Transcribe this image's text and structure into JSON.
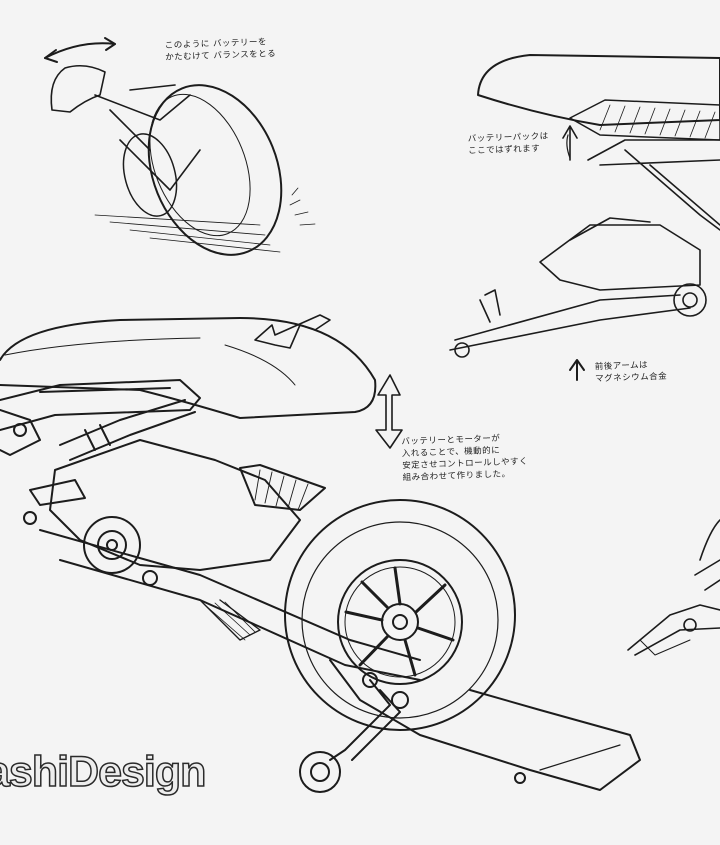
{
  "annotations": {
    "top_left": "このように バッテリーを\nかたむけて バランスをとる",
    "top_right": "バッテリーパックは\nここではずれます",
    "mid_right": "前後アームは\nマグネシウム合金",
    "center": "バッテリーとモーターが\n入れることで、機動的に\n安定させコントロールしやすく\n組み合わせて作りました。"
  },
  "brand": {
    "watermark": "ashiDesign"
  }
}
